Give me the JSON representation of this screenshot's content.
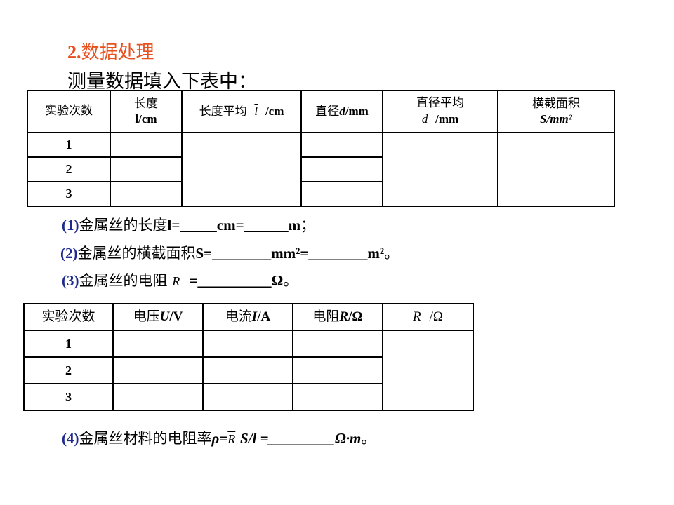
{
  "heading": {
    "num": "2.",
    "text": "数据处理"
  },
  "intro": "测量数据填入下表中：",
  "table1": {
    "headers": [
      {
        "cn": "实验次数",
        "en": ""
      },
      {
        "cn": "长度",
        "en": "l/cm"
      },
      {
        "cn": "长度平均",
        "sym": "l",
        "unit": "/cm"
      },
      {
        "cn": "直径",
        "sym": "d",
        "unit": "/mm"
      },
      {
        "cn": "直径平均",
        "sym": "d",
        "unit": "/mm"
      },
      {
        "cn": "横截面积",
        "en": "S/mm²"
      }
    ],
    "rows": [
      "1",
      "2",
      "3"
    ]
  },
  "questions": {
    "q1": {
      "label": "(1)",
      "text": "金属丝的长度",
      "formula": "l=_____cm=______m",
      "end": "；"
    },
    "q2": {
      "label": "(2)",
      "text": "金属丝的横截面积",
      "formula": "S=________mm²=________m²",
      "end": "。"
    },
    "q3": {
      "label": "(3)",
      "text": "金属丝的电阻",
      "sym": "R",
      "formula": "=__________Ω",
      "end": "。"
    },
    "q4": {
      "label": "(4)",
      "text": "金属丝材料的电阻率",
      "formula_a": "ρ=",
      "sym": "R",
      "formula_b": "S/l =_________Ω·m",
      "end": "。"
    }
  },
  "table2": {
    "headers": [
      {
        "cn": "实验次数"
      },
      {
        "cn": "电压",
        "sym": "U",
        "unit": "/V"
      },
      {
        "cn": "电流",
        "sym": "I",
        "unit": "/A"
      },
      {
        "cn": "电阻",
        "sym": "R",
        "unit": "/Ω"
      },
      {
        "cn": "",
        "sym": "R",
        "unit": "/Ω"
      }
    ],
    "rows": [
      "1",
      "2",
      "3"
    ]
  },
  "colors": {
    "heading": "#e8501e",
    "label": "#1e2a8c"
  }
}
